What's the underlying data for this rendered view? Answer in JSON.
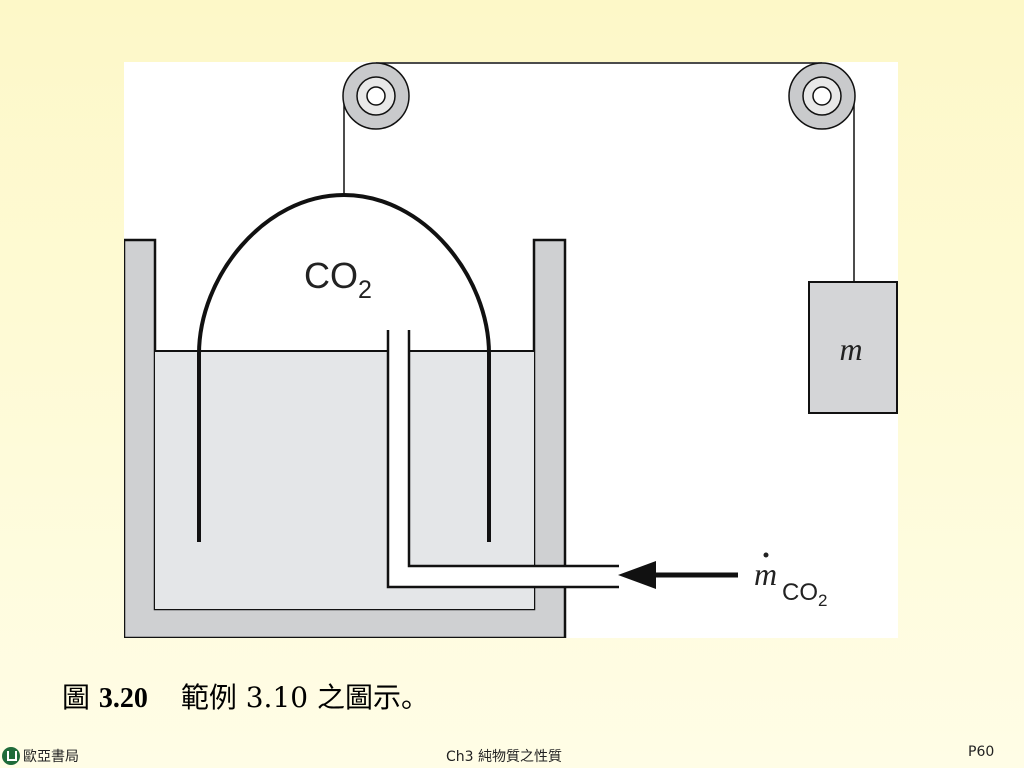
{
  "figure": {
    "gas_label": "CO",
    "gas_sub": "2",
    "mass_label": "m",
    "flow_symbol": "m",
    "flow_sub_base": "CO",
    "flow_sub_num": "2"
  },
  "caption": {
    "prefix": "圖",
    "number": "3.20",
    "text": "範例 3.10 之圖示。"
  },
  "footer": {
    "publisher": "歐亞書局",
    "chapter": "Ch3 純物質之性質",
    "page": "P60"
  },
  "colors": {
    "background": "#fdf8c8",
    "water": "#e4e6e8",
    "tank_wall": "#cfd0d2",
    "mass_block": "#d4d5d7"
  }
}
